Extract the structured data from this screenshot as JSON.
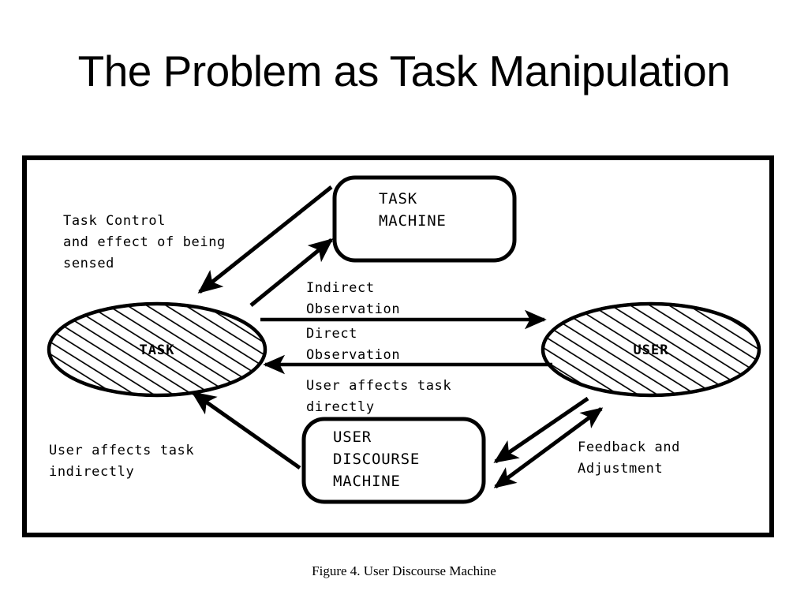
{
  "slide": {
    "title": "The Problem as Task Manipulation"
  },
  "figure": {
    "caption": "Figure 4. User Discourse Machine",
    "border_color": "#000000",
    "ink_color": "#000000",
    "background": "#ffffff",
    "nodes": {
      "task_ellipse": "TASK",
      "user_ellipse": "USER",
      "task_machine_line1": "TASK",
      "task_machine_line2": "MACHINE",
      "user_discourse_line1": "USER",
      "user_discourse_line2": "DISCOURSE",
      "user_discourse_line3": "MACHINE"
    },
    "labels": {
      "task_control_line1": "Task Control",
      "task_control_line2": "and effect of being",
      "task_control_line3": "sensed",
      "indirect_line1": "Indirect",
      "indirect_line2": "Observation",
      "direct_line1": "Direct",
      "direct_line2": "Observation",
      "user_affects_direct_line1": "User affects task",
      "user_affects_direct_line2": "directly",
      "user_affects_indirect_line1": "User affects task",
      "user_affects_indirect_line2": "indirectly",
      "feedback_line1": "Feedback and",
      "feedback_line2": "Adjustment"
    }
  }
}
